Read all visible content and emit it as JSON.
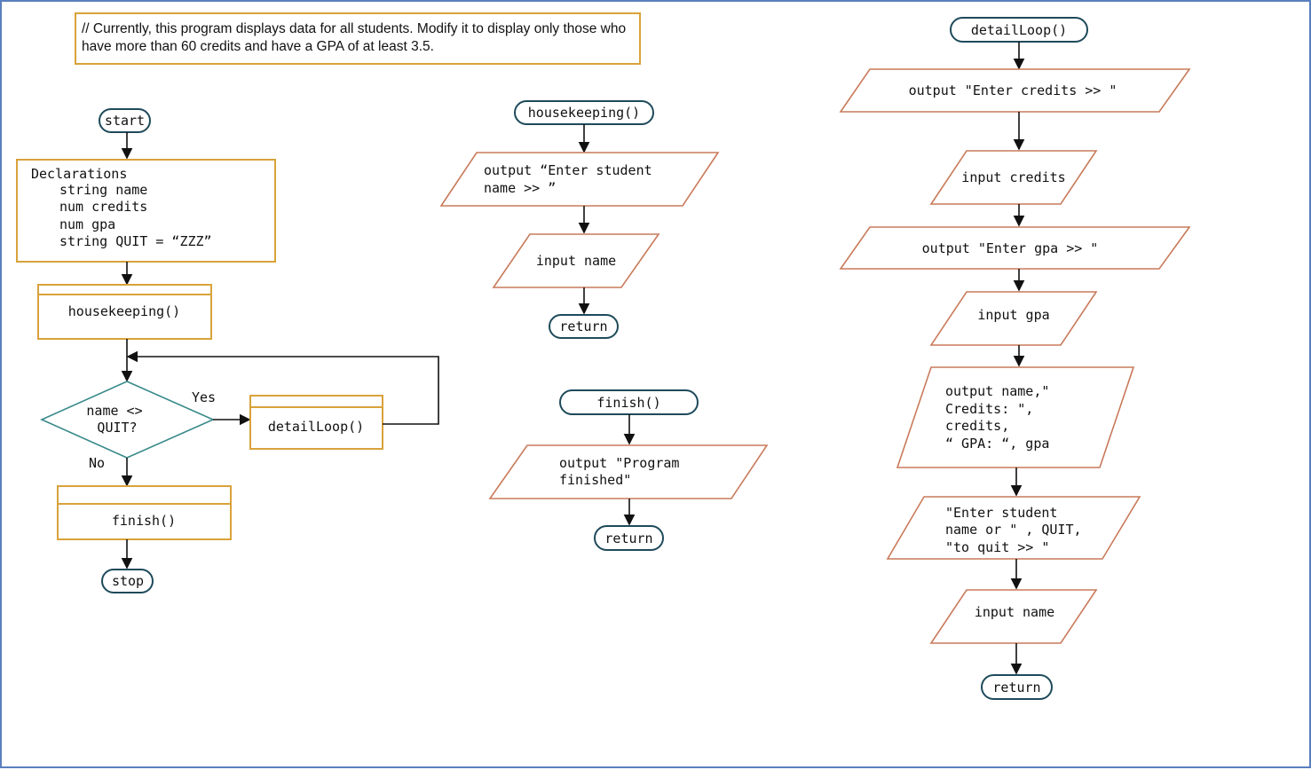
{
  "note": {
    "line1": "// Currently, this program displays data for all students. Modify it to display only those who",
    "line2": "have more than 60 credits and have a GPA of at least 3.5."
  },
  "main": {
    "start": "start",
    "declarations": [
      "Declarations",
      "string name",
      "num credits",
      "num gpa",
      "string QUIT = “ZZZ”"
    ],
    "housekeeping_call": "housekeeping()",
    "decision": [
      "name <>",
      "QUIT?"
    ],
    "yes_label": "Yes",
    "no_label": "No",
    "detail_call": "detailLoop()",
    "finish_call": "finish()",
    "stop": "stop"
  },
  "housekeeping": {
    "title": "housekeeping()",
    "output": [
      "output “Enter student",
      "name >> ”"
    ],
    "input": "input name",
    "return": "return"
  },
  "finish": {
    "title": "finish()",
    "output": [
      "output \"Program",
      "finished\""
    ],
    "return": "return"
  },
  "detail": {
    "title": "detailLoop()",
    "output_credits": "output \"Enter credits >> \"",
    "input_credits": "input credits",
    "output_gpa": "output \"Enter gpa >> \"",
    "input_gpa": "input gpa",
    "output_record": [
      "output name,\"",
      "Credits: \",",
      "credits,",
      "“ GPA:  “, gpa"
    ],
    "prompt": [
      "\"Enter student",
      "name or \" , QUIT,",
      "\"to quit >> \""
    ],
    "input_name": "input name",
    "return": "return"
  }
}
